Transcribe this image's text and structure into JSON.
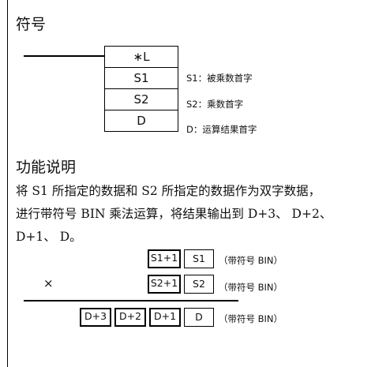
{
  "section_symbol": {
    "title": "符号"
  },
  "symbol_table": {
    "cells": [
      "∗L",
      "S1",
      "S2",
      "D"
    ],
    "descriptions": [
      "S1：被乘数首字",
      "S2：乘数首字",
      "D：运算结果首字"
    ]
  },
  "section_function": {
    "title": "功能说明",
    "lines": [
      "将 S1 所指定的数据和 S2 所指定的数据作为双字数据，",
      "进行带符号 BIN 乘法运算，将结果输出到 D+3、 D+2、",
      "D+1、 D。"
    ]
  },
  "operation": {
    "row1": [
      "S1+1",
      "S1"
    ],
    "row2": [
      "S2+1",
      "S2"
    ],
    "times": "×",
    "result": [
      "D+3",
      "D+2",
      "D+1",
      "D"
    ],
    "signed_note": "（带符号 BIN）"
  }
}
